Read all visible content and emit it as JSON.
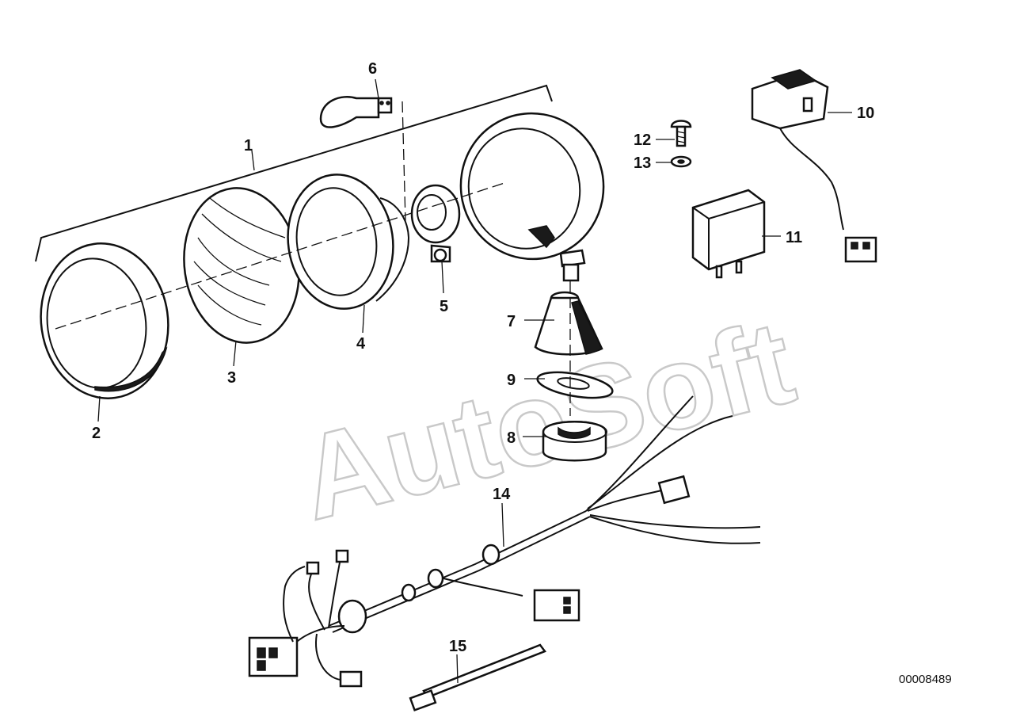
{
  "diagram": {
    "drawing_number": "00008489",
    "watermark": "AutoSoft",
    "callouts": [
      {
        "id": "1",
        "label": "1"
      },
      {
        "id": "2",
        "label": "2"
      },
      {
        "id": "3",
        "label": "3"
      },
      {
        "id": "4",
        "label": "4"
      },
      {
        "id": "5",
        "label": "5"
      },
      {
        "id": "6",
        "label": "6"
      },
      {
        "id": "7",
        "label": "7"
      },
      {
        "id": "8",
        "label": "8"
      },
      {
        "id": "9",
        "label": "9"
      },
      {
        "id": "10",
        "label": "10"
      },
      {
        "id": "11",
        "label": "11"
      },
      {
        "id": "12",
        "label": "12"
      },
      {
        "id": "13",
        "label": "13"
      },
      {
        "id": "14",
        "label": "14"
      },
      {
        "id": "15",
        "label": "15"
      }
    ]
  },
  "colors": {
    "line": "#111111",
    "watermark": "#c9c9c9",
    "background": "#ffffff"
  }
}
